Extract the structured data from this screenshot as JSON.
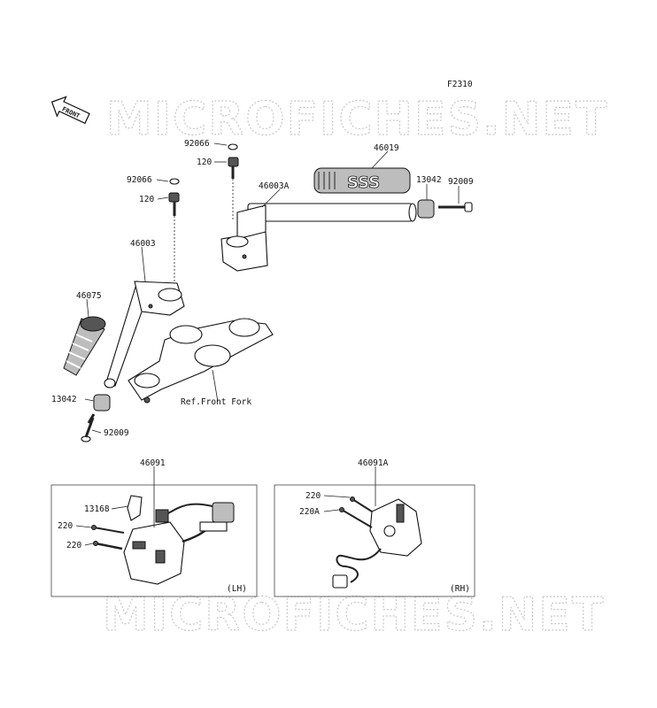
{
  "diagram_id": "F2310",
  "watermark": "MICROFICHES.NET",
  "front_arrow_label": "FRONT",
  "labels": {
    "p92066_top": "92066",
    "p120_top": "120",
    "p46019": "46019",
    "p92066_left": "92066",
    "p46003A": "46003A",
    "p13042_right": "13042",
    "p92009_right": "92009",
    "p120_left": "120",
    "p46003": "46003",
    "p46075": "46075",
    "p13042_left": "13042",
    "ref_front_fork": "Ref.Front Fork",
    "p92009_left": "92009",
    "p46091": "46091",
    "p46091A": "46091A",
    "p13168": "13168",
    "p220_lh_a": "220",
    "p220_lh_b": "220",
    "p220_rh": "220",
    "p220A_rh": "220A",
    "lh": "(LH)",
    "rh": "(RH)"
  }
}
